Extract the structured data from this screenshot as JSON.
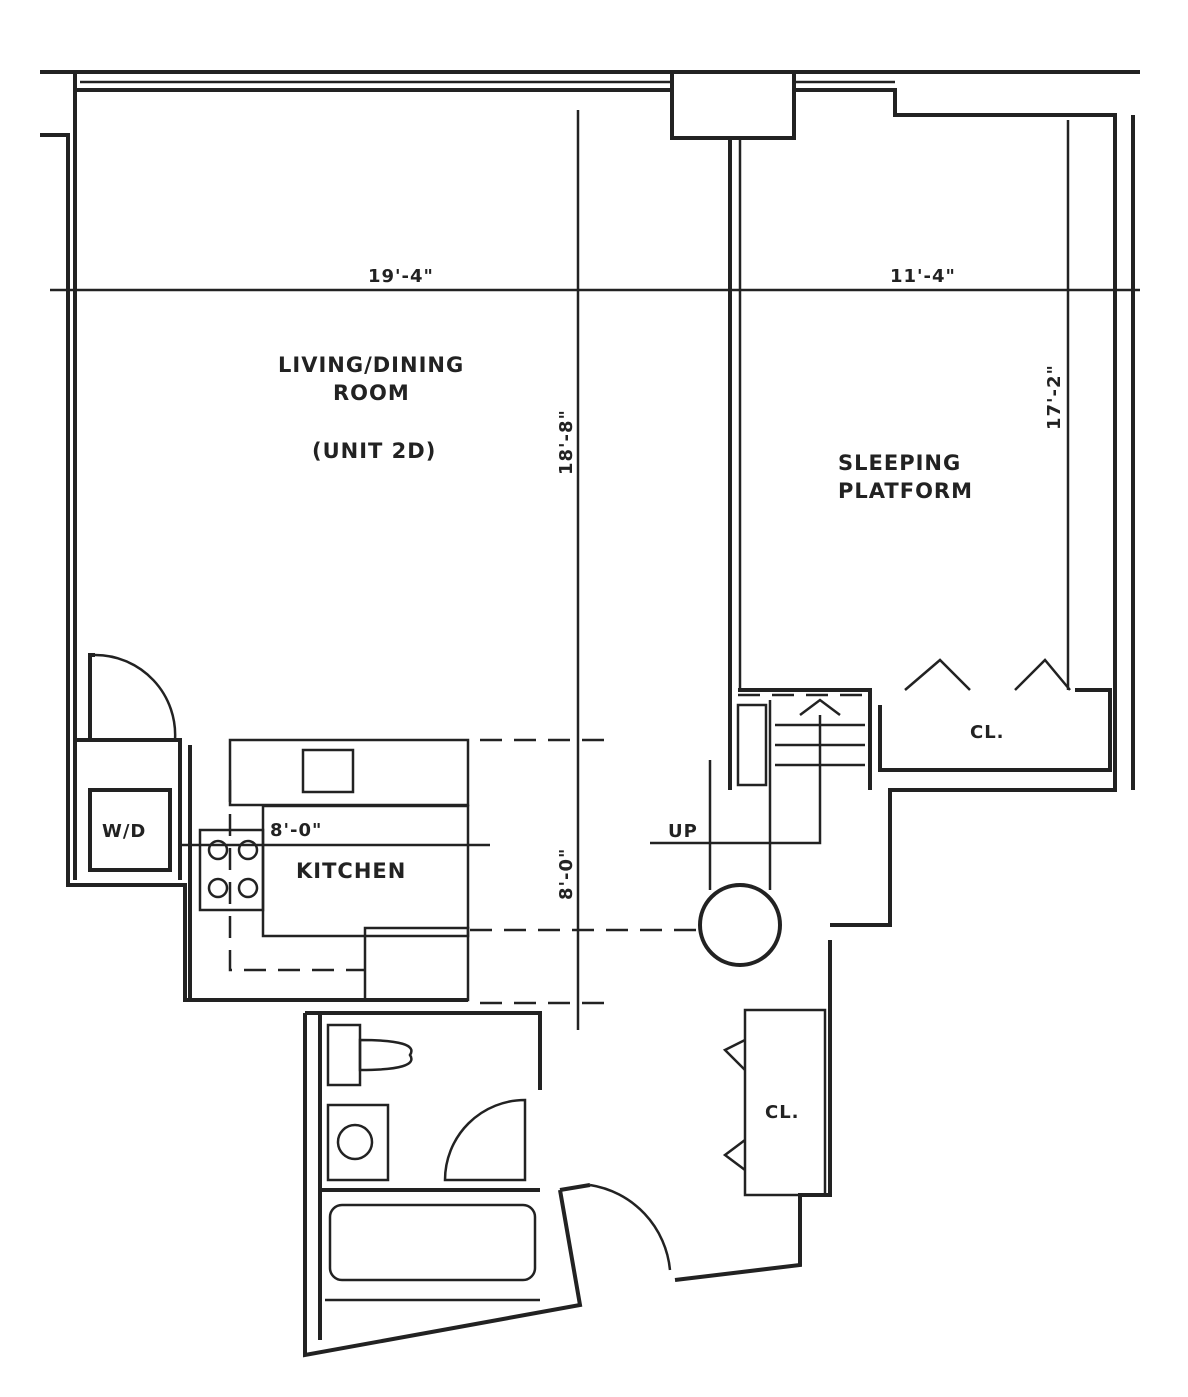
{
  "rooms": {
    "living": {
      "line1": "LIVING/DINING",
      "line2": "ROOM",
      "unit": "(UNIT 2D)"
    },
    "sleeping": {
      "line1": "SLEEPING",
      "line2": "PLATFORM"
    },
    "kitchen": "KITCHEN",
    "closet_upper": "CL.",
    "closet_lower": "CL.",
    "washer_dryer": "W/D",
    "stairs": "UP"
  },
  "dimensions": {
    "living_width": "19'-4\"",
    "sleeping_width": "11'-4\"",
    "living_depth": "18'-8\"",
    "sleeping_depth": "17'-2\"",
    "kitchen_width": "8'-0\"",
    "kitchen_depth": "8'-0\""
  }
}
